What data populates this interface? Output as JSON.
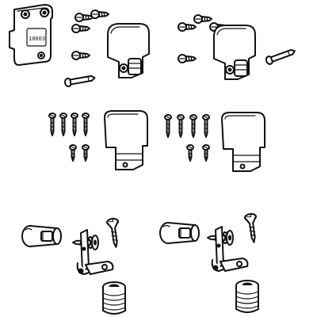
{
  "figure": {
    "bracket_stamp": "10603"
  },
  "colors": {
    "ink": "#111111",
    "paper": "#ffffff"
  },
  "components": {
    "kit_a": [
      "mounting-bracket",
      "hinge-block",
      "pivot-pin",
      "wood-screw"
    ],
    "kit_b": [
      "hinge-block",
      "pivot-pin",
      "wood-screw"
    ],
    "kit_c": [
      "cap-block",
      "wood-screw"
    ],
    "kit_d": [
      "barrel-nut",
      "hinge-plate",
      "wood-screw",
      "threaded-insert"
    ]
  }
}
